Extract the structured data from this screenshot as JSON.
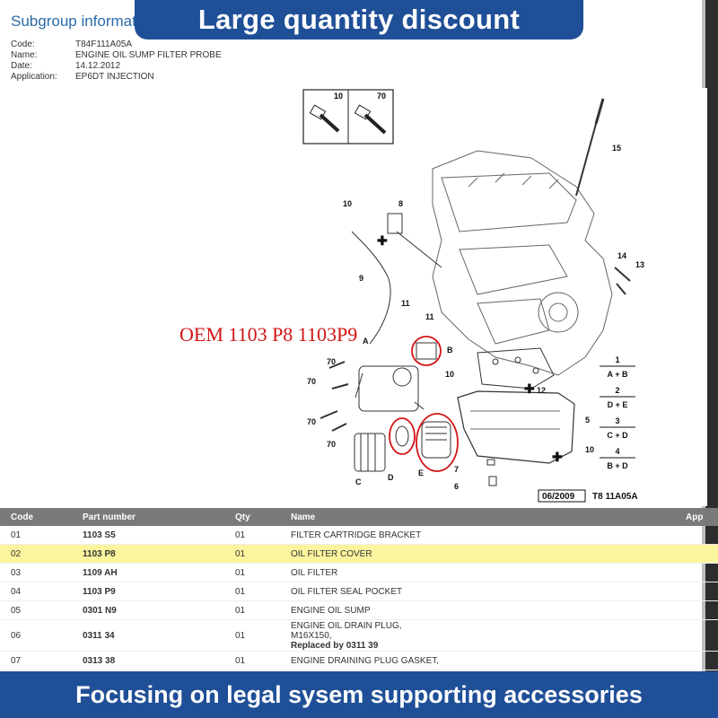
{
  "banners": {
    "top": "Large quantity discount",
    "bottom": "Focusing on legal sysem supporting accessories"
  },
  "subgroup": {
    "title": "Subgroup informati",
    "fields": [
      {
        "label": "Code:",
        "value": "T84F111A05A"
      },
      {
        "label": "Name:",
        "value": "ENGINE OIL SUMP FILTER PROBE"
      },
      {
        "label": "Date:",
        "value": "14.12.2012"
      },
      {
        "label": "Application:",
        "value": "EP6DT INJECTION"
      }
    ]
  },
  "diagram": {
    "oem_label": "OEM 1103 P8 1103P9",
    "date_box": "06/2009",
    "ref_code": "T8 11A05A",
    "bolt_box_labels": [
      "10",
      "70"
    ],
    "callouts": [
      "15",
      "10",
      "8",
      "14",
      "13",
      "9",
      "11",
      "11",
      "A",
      "B",
      "70",
      "70",
      "10",
      "12",
      "70",
      "70",
      "5",
      "10",
      "C",
      "D",
      "E",
      "7",
      "6"
    ],
    "legend": [
      {
        "num": "1",
        "combo": "A + B"
      },
      {
        "num": "2",
        "combo": "D + E"
      },
      {
        "num": "3",
        "combo": "C + D"
      },
      {
        "num": "4",
        "combo": "B + D"
      }
    ]
  },
  "table": {
    "headers": {
      "code": "Code",
      "part": "Part number",
      "qty": "Qty",
      "name": "Name",
      "app": "App"
    },
    "rows": [
      {
        "code": "01",
        "part": "1103 S5",
        "qty": "01",
        "name": [
          "FILTER CARTRIDGE BRACKET"
        ],
        "highlight": false
      },
      {
        "code": "02",
        "part": "1103 P8",
        "qty": "01",
        "name": [
          "OIL FILTER COVER"
        ],
        "highlight": true
      },
      {
        "code": "03",
        "part": "1109 AH",
        "qty": "01",
        "name": [
          "OIL FILTER"
        ],
        "highlight": false
      },
      {
        "code": "04",
        "part": "1103 P9",
        "qty": "01",
        "name": [
          "OIL FILTER SEAL POCKET"
        ],
        "highlight": false
      },
      {
        "code": "05",
        "part": "0301 N9",
        "qty": "01",
        "name": [
          "ENGINE OIL SUMP"
        ],
        "highlight": false
      },
      {
        "code": "06",
        "part": "0311 34",
        "qty": "01",
        "name": [
          "ENGINE OIL DRAIN PLUG,",
          "M16X150,"
        ],
        "replaced": "Replaced by 0311 39",
        "highlight": false
      },
      {
        "code": "07",
        "part": "0313 38",
        "qty": "01",
        "name": [
          "ENGINE DRAINING PLUG GASKET,"
        ],
        "highlight": false
      }
    ]
  }
}
